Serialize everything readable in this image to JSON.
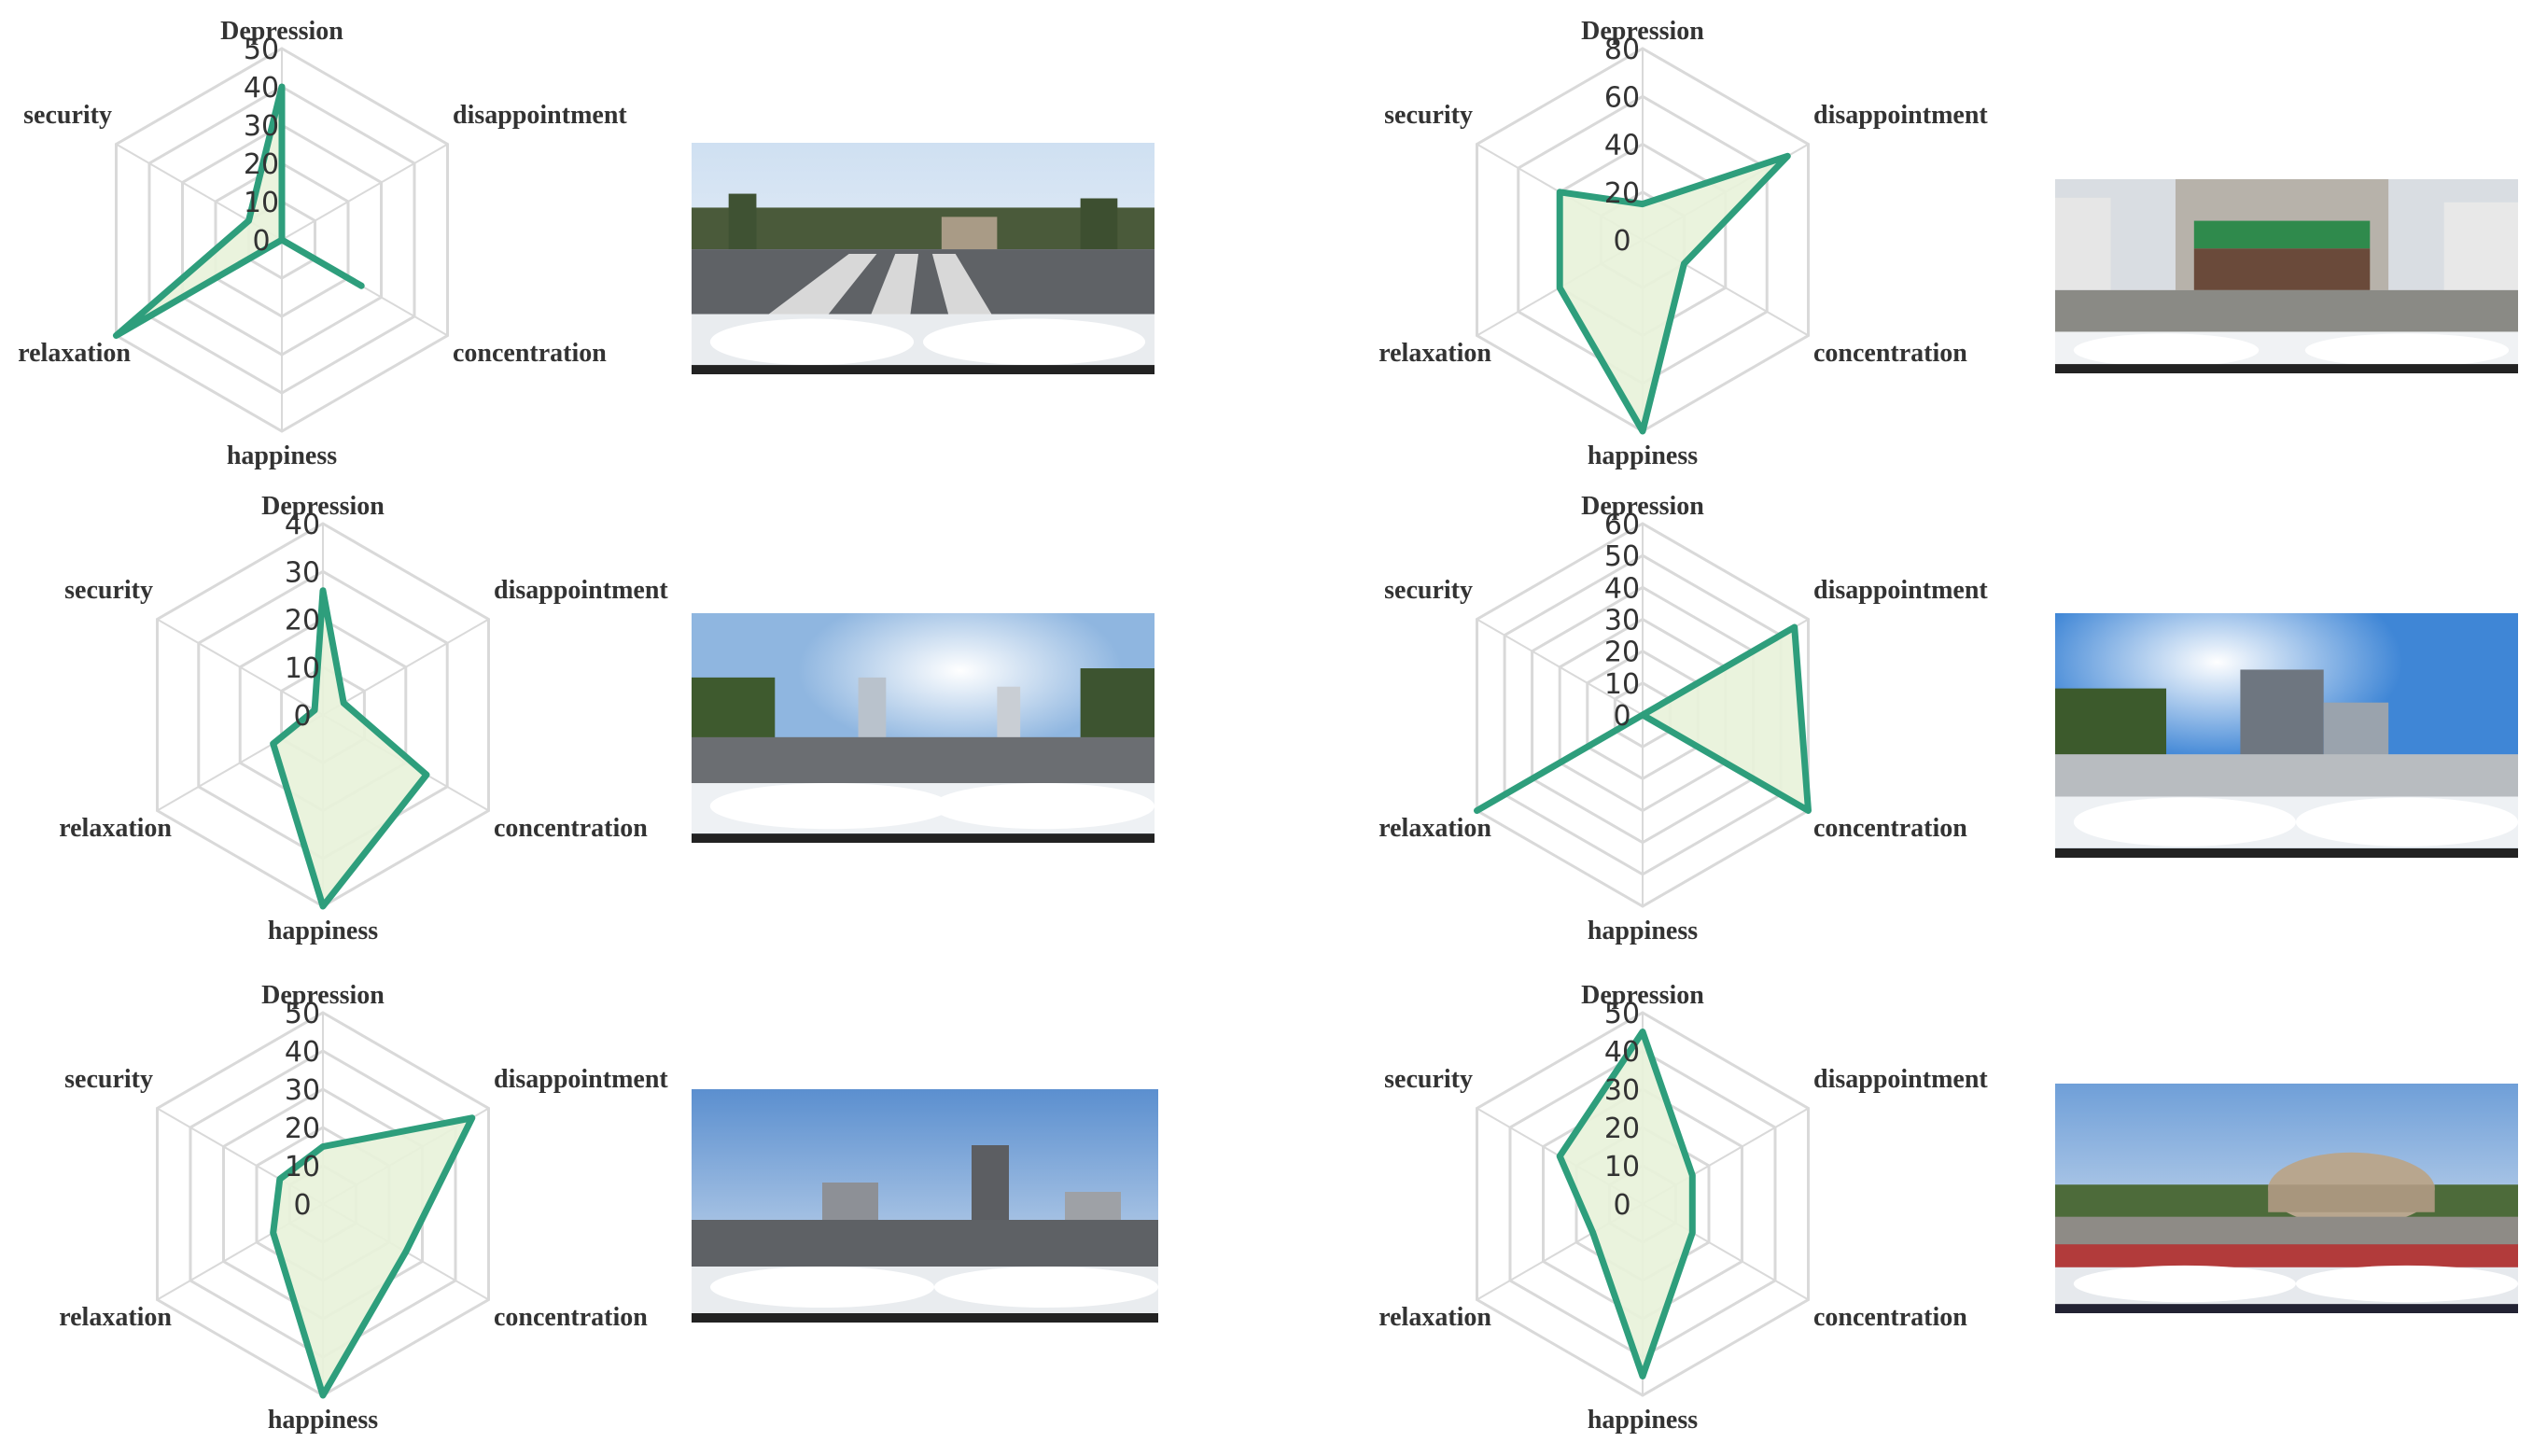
{
  "colors": {
    "series_line": "#2e9e7c",
    "series_fill": "#e8f2d9",
    "grid": "#d9d9d9",
    "label": "#333333"
  },
  "chart_data": [
    {
      "type": "radar",
      "axes": [
        "Depression",
        "disappointment",
        "concentration",
        "happiness",
        "relaxation",
        "security"
      ],
      "ticks": [
        0,
        10,
        20,
        30,
        40,
        50
      ],
      "ylim": [
        0,
        50
      ],
      "values": [
        40,
        0,
        24,
        0,
        50,
        10
      ],
      "panorama": "urban crossroad with crosswalk"
    },
    {
      "type": "radar",
      "axes": [
        "Depression",
        "disappointment",
        "concentration",
        "happiness",
        "relaxation",
        "security"
      ],
      "ticks": [
        0,
        20,
        40,
        60,
        80
      ],
      "ylim": [
        0,
        80
      ],
      "values": [
        15,
        70,
        20,
        80,
        40,
        40
      ],
      "panorama": "street with storefronts and buildings"
    },
    {
      "type": "radar",
      "axes": [
        "Depression",
        "disappointment",
        "concentration",
        "happiness",
        "relaxation",
        "security"
      ],
      "ticks": [
        0,
        10,
        20,
        30,
        40
      ],
      "ylim": [
        0,
        40
      ],
      "values": [
        26,
        5,
        25,
        40,
        12,
        2
      ],
      "panorama": "wide road with tall buildings and sun"
    },
    {
      "type": "radar",
      "axes": [
        "Depression",
        "disappointment",
        "concentration",
        "happiness",
        "relaxation",
        "security"
      ],
      "ticks": [
        0,
        10,
        20,
        30,
        40,
        50,
        60
      ],
      "ylim": [
        0,
        60
      ],
      "values": [
        0,
        55,
        60,
        0,
        60,
        0
      ],
      "panorama": "parking area beside office building"
    },
    {
      "type": "radar",
      "axes": [
        "Depression",
        "disappointment",
        "concentration",
        "happiness",
        "relaxation",
        "security"
      ],
      "ticks": [
        0,
        10,
        20,
        30,
        40,
        50
      ],
      "ylim": [
        0,
        50
      ],
      "values": [
        15,
        45,
        25,
        50,
        15,
        13
      ],
      "panorama": "multi-lane road with apartment towers"
    },
    {
      "type": "radar",
      "axes": [
        "Depression",
        "disappointment",
        "concentration",
        "happiness",
        "relaxation",
        "security"
      ],
      "ticks": [
        0,
        10,
        20,
        30,
        40,
        50
      ],
      "ylim": [
        0,
        50
      ],
      "values": [
        45,
        15,
        15,
        45,
        15,
        25
      ],
      "panorama": "plaza with lawn in front of stadium"
    }
  ]
}
